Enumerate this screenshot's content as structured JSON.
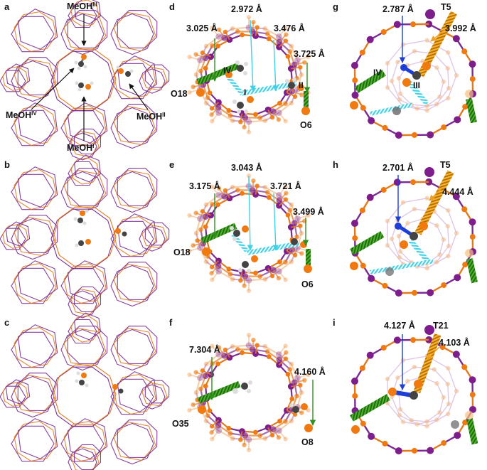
{
  "colors": {
    "framework_purple": "#7a2c94",
    "framework_orange": "#e07a1b",
    "oxygen_atom": "#f07a10",
    "silicon_atom": "#7e1e8c",
    "carbon_atom": "#444444",
    "hydrogen_atom": "#d9d9d9",
    "hbond_green": "#2f8f1f",
    "hbond_cyan": "#41d1e6",
    "bond_blue": "#1d3fd8",
    "orange_dash": "#f0a020"
  },
  "panels": {
    "a": {
      "letter": "a",
      "labels": {
        "meoh3": "MeOH",
        "meoh3_sup": "III",
        "meoh2": "MeOH",
        "meoh2_sup": "II",
        "meoh4": "MeOH",
        "meoh4_sup": "IV",
        "meoh1": "MeOH",
        "meoh1_sup": "I"
      }
    },
    "b": {
      "letter": "b"
    },
    "c": {
      "letter": "c"
    },
    "d": {
      "letter": "d",
      "distances": [
        "3.025 Å",
        "2.972 Å",
        "3.476 Å",
        "3.725 Å"
      ],
      "atoms": [
        "O18",
        "O6"
      ],
      "molecules": [
        "IV",
        "I",
        "II"
      ]
    },
    "e": {
      "letter": "e",
      "distances": [
        "3.175 Å",
        "3.043 Å",
        "3.721 Å",
        "3.499 Å"
      ],
      "atoms": [
        "O18",
        "O6"
      ]
    },
    "f": {
      "letter": "f",
      "distances": [
        "7.304 Å",
        "4.160 Å"
      ],
      "atoms": [
        "O35",
        "O8"
      ]
    },
    "g": {
      "letter": "g",
      "distances": [
        "2.787 Å",
        "3.992 Å"
      ],
      "site": "T5",
      "molecules": [
        "IV",
        "III"
      ]
    },
    "h": {
      "letter": "h",
      "distances": [
        "2.701 Å",
        "4.444 Å"
      ],
      "site": "T5"
    },
    "i": {
      "letter": "i",
      "distances": [
        "4.127 Å",
        "4.103 Å"
      ],
      "site": "T21"
    }
  }
}
